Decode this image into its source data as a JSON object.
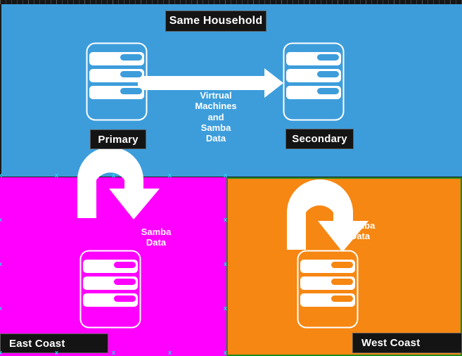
{
  "diagram": {
    "title_chip": "Same Household",
    "regions": [
      {
        "name": "household",
        "label": "Same Household",
        "color": "#3d9ddb"
      },
      {
        "name": "east-coast",
        "label": "East Coast",
        "color": "#ff00ff"
      },
      {
        "name": "west-coast",
        "label": "West Coast",
        "color": "#f68712"
      }
    ],
    "nodes": [
      {
        "name": "primary",
        "label": "Primary",
        "icon": "server-icon"
      },
      {
        "name": "secondary",
        "label": "Secondary",
        "icon": "server-icon"
      },
      {
        "name": "east-storage",
        "label": "",
        "icon": "server-icon"
      },
      {
        "name": "west-storage",
        "label": "",
        "icon": "server-icon"
      }
    ],
    "edges": [
      {
        "name": "primary-to-secondary",
        "label": "Virtrual\nMachines\nand\nSamba\nData",
        "style": "straight-arrow-right"
      },
      {
        "name": "primary-to-east-storage",
        "label": "Samba\nData",
        "style": "u-turn-arrow-down"
      },
      {
        "name": "secondary-to-west-storage",
        "label": "Samba\nData",
        "style": "u-turn-arrow-down"
      }
    ],
    "labels": {
      "primary": "Primary",
      "secondary": "Secondary",
      "east_coast": "East Coast",
      "west_coast": "West Coast",
      "vm_line1": "Virtrual",
      "vm_line2": "Machines",
      "vm_line3": "and",
      "vm_line4": "Samba",
      "vm_line5": "Data",
      "samba_east_line1": "Samba",
      "samba_east_line2": "Data",
      "samba_west_line1": "Samba",
      "samba_west_line2": "Data"
    },
    "colors": {
      "household_blue": "#3d9ddb",
      "east_magenta": "#ff00ff",
      "west_orange": "#f68712",
      "west_border_green": "#1d8a1d",
      "chip_black": "#141414",
      "stroke_white": "#ffffff",
      "selection_cyan": "#2ad4f5",
      "ruler_dark": "#161616"
    },
    "selection": {
      "selected_shape": "east-coast",
      "handle_glyph": "x"
    }
  }
}
